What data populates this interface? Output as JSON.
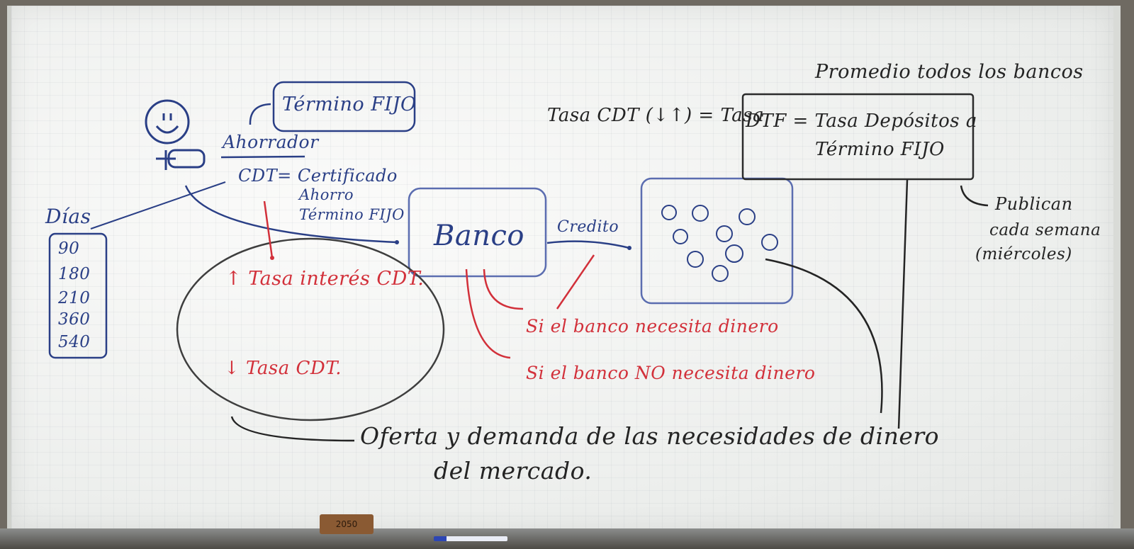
{
  "board": {
    "ahorrador": "Ahorrador",
    "termino_fijo_box": "Término FIJO",
    "cdt_def": [
      "CDT= Certificado",
      "Ahorro",
      "Término FIJO"
    ],
    "dias_header": "Días",
    "dias": [
      "90",
      "180",
      "210",
      "360",
      "540"
    ],
    "banco": "Banco",
    "credito": "Credito",
    "rate_up": "↑ Tasa interés CDT.",
    "rate_down": "↓ Tasa CDT.",
    "needs_money": "Si el banco necesita dinero",
    "no_money": "Si el banco NO necesita dinero",
    "oferta": [
      "Oferta y demanda de las necesidades de dinero",
      "del mercado."
    ],
    "tasa_eq": "Tasa CDT (↓↑) = Tasa",
    "promedio": "Promedio todos los bancos",
    "dtf": [
      "DTF = Tasa Depósitos a",
      "Término FIJO"
    ],
    "publican": [
      "Publican",
      "cada semana",
      "(miércoles)"
    ],
    "eraser_label": "2050"
  },
  "colors": {
    "blue_ink": "#2a3f86",
    "red_ink": "#d2303a",
    "black_ink": "#242424",
    "board": "#f1f2ef"
  }
}
